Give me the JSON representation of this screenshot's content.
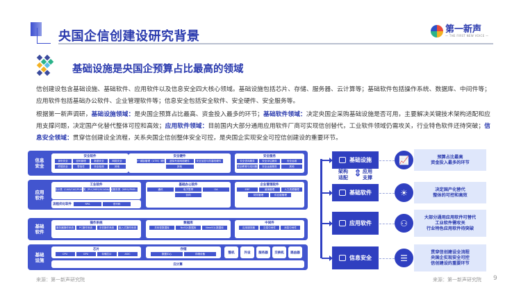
{
  "header": {
    "title": "央国企信创建设研究背景",
    "logo_name": "第一新声",
    "logo_tagline": "— THE FIRST NEW VOICE —"
  },
  "subtitle": "基础设施是央国企预算占比最高的领域",
  "paragraph1": "信创建设包含基础设施、基础软件、应用软件以及信息安全四大核心领域。基础设施包括芯片、存储、服务器、云计算等；基础软件包括操作系统、数据库、中间件等；应用软件包括基础办公软件、企业管理软件等；信息安全包括安全软件、安全硬件、安全服务等。",
  "paragraph2": [
    {
      "text": "根据第一新声调研，",
      "hl": false
    },
    {
      "text": "基础设施领域：",
      "hl": true
    },
    {
      "text": "是央国企预算占比最高、资金投入最多的环节；",
      "hl": false
    },
    {
      "text": "基础软件领域：",
      "hl": true
    },
    {
      "text": "决定央国企采购基础设施是否可用，主要解决关键技术架构适配和应用支撑问题，决定国产化替代整体可控和高效；",
      "hl": false
    },
    {
      "text": "应用软件领域：",
      "hl": true
    },
    {
      "text": "目前国内大部分通用应用软件厂商可实现信创替代，工业软件领域仍需攻关，行业特色软件还待突破；",
      "hl": false
    },
    {
      "text": "信息安全领域：",
      "hl": true
    },
    {
      "text": "贯穿信创建设全流程，关系央国企信创整体安全可控，是央国企实现安全可控信创建设的重要环节。",
      "hl": false
    }
  ],
  "diagram": {
    "rows": [
      {
        "label": "信息安全",
        "groups": [
          {
            "title": "安全软件",
            "items": [
              "身份安全",
              "密码管理",
              "数据安全",
              "网络安全",
              "终端安全",
              "零信任",
              "安全检测",
              "其他"
            ]
          },
          {
            "title": "安全硬件",
            "items": [
              "统一威胁管理（UTM）硬件",
              "虚拟专用网络硬件",
              "安全加密与防篡改硬件",
              "其他"
            ]
          },
          {
            "title": "安全服务",
            "items": [
              "安全咨询服务",
              "安全评估服务",
              "安全运维",
              "IT安全教育与培训服务",
              "安全运营服务",
              "其他"
            ]
          }
        ]
      },
      {
        "label": "应用软件",
        "groups": [
          {
            "title": "工业软件",
            "items": [
              "研发设计类（CAD/CAE/PLM...）",
              "生产制造类（PLC/MES/SCADA/EHS...）",
              "运维服务类（MRO/PHM...）"
            ]
          },
          {
            "title": "流程优化软件",
            "items": [
              "RPA",
              "低代码"
            ]
          },
          {
            "title": "基础办公软件",
            "items": [
              "通讯",
              "电子签章",
              "OA",
              "协同"
            ]
          },
          {
            "title": "企业管理软件",
            "items": [
              "ERP",
              "营销管理",
              "人力资源管理",
              "财务管理",
              "供应链管理"
            ]
          }
        ]
      },
      {
        "label": "基础软件",
        "groups": [
          {
            "title": "操作系统",
            "items": [
              "服务器操作系统",
              "PC操作系统",
              "手机操作系统",
              "嵌入式操作系统"
            ]
          },
          {
            "title": "数据库",
            "items": [
              "关系型数据库",
              "NoSQL数据库",
              "NewSQL数据库"
            ]
          },
          {
            "title": "中间件",
            "items": [
              "应用服务器",
              "交易中间件",
              "消息中间件"
            ]
          }
        ]
      },
      {
        "label": "基础设施",
        "groups": [
          {
            "title": "芯片",
            "items": [
              "CPU",
              "GPU",
              "存储芯片",
              "ASIC"
            ]
          },
          {
            "title": "存储",
            "items": [
              "数据中心",
              "存储设备"
            ]
          }
        ],
        "small": [
          "整机",
          "外设",
          "服务器",
          "交换机",
          "路由器"
        ],
        "strip": "云计算"
      }
    ]
  },
  "right": {
    "items": [
      {
        "label": "基础设施",
        "icon": "building-icon",
        "circle_icon": "chart-growth-icon",
        "desc": "预算占比最高\n资金投入最多的环节"
      },
      {
        "label": "基础软件",
        "icon": "monitor-code-icon",
        "circle_icon": "lightbulb-icon",
        "desc": "决定国产化替代\n整体的可控和高效"
      },
      {
        "label": "应用软件",
        "icon": "window-icon",
        "circle_icon": "people-network-icon",
        "desc": "大部分通用应用软件可替代\n工业软件需攻关\n行业特色应用软件待突破"
      },
      {
        "label": "信息安全",
        "icon": "shield-check-icon",
        "circle_icon": "list-icon",
        "desc": "贯穿信创建设全流程\n央国企实现安全可控\n信创建设的重要环节"
      }
    ],
    "mid_left": "架构\n适配",
    "mid_right": "应用\n支撑"
  },
  "footer": {
    "left_source": "来源：第一新声研究院",
    "right_source": "来源：第一新声研究院",
    "page": "9"
  },
  "colors": {
    "primary": "#2f3fc0",
    "row_fill": "#4255cf",
    "desc_bg": "#dfe7fb"
  }
}
